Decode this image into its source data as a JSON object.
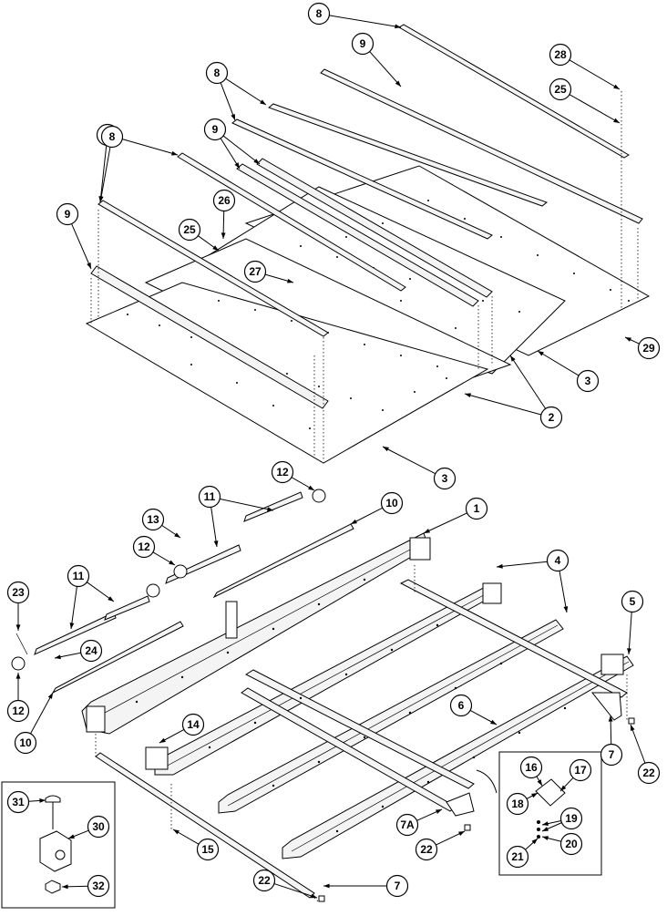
{
  "callouts": [
    {
      "label": "8"
    },
    {
      "label": "9"
    },
    {
      "label": "28"
    },
    {
      "label": "25"
    },
    {
      "label": "8"
    },
    {
      "label": "8"
    },
    {
      "label": "9"
    },
    {
      "label": "9"
    },
    {
      "label": "26"
    },
    {
      "label": "25"
    },
    {
      "label": "27"
    },
    {
      "label": "29"
    },
    {
      "label": "3"
    },
    {
      "label": "2"
    },
    {
      "label": "3"
    },
    {
      "label": "12"
    },
    {
      "label": "11"
    },
    {
      "label": "10"
    },
    {
      "label": "13"
    },
    {
      "label": "1"
    },
    {
      "label": "12"
    },
    {
      "label": "4"
    },
    {
      "label": "11"
    },
    {
      "label": "23"
    },
    {
      "label": "24"
    },
    {
      "label": "5"
    },
    {
      "label": "12"
    },
    {
      "label": "10"
    },
    {
      "label": "14"
    },
    {
      "label": "6"
    },
    {
      "label": "7"
    },
    {
      "label": "22"
    },
    {
      "label": "16"
    },
    {
      "label": "17"
    },
    {
      "label": "18"
    },
    {
      "label": "19"
    },
    {
      "label": "20"
    },
    {
      "label": "21"
    },
    {
      "label": "31"
    },
    {
      "label": "30"
    },
    {
      "label": "15"
    },
    {
      "label": "7A"
    },
    {
      "label": "22"
    },
    {
      "label": "32"
    },
    {
      "label": "22"
    },
    {
      "label": "7"
    },
    {
      "label": "8"
    }
  ]
}
